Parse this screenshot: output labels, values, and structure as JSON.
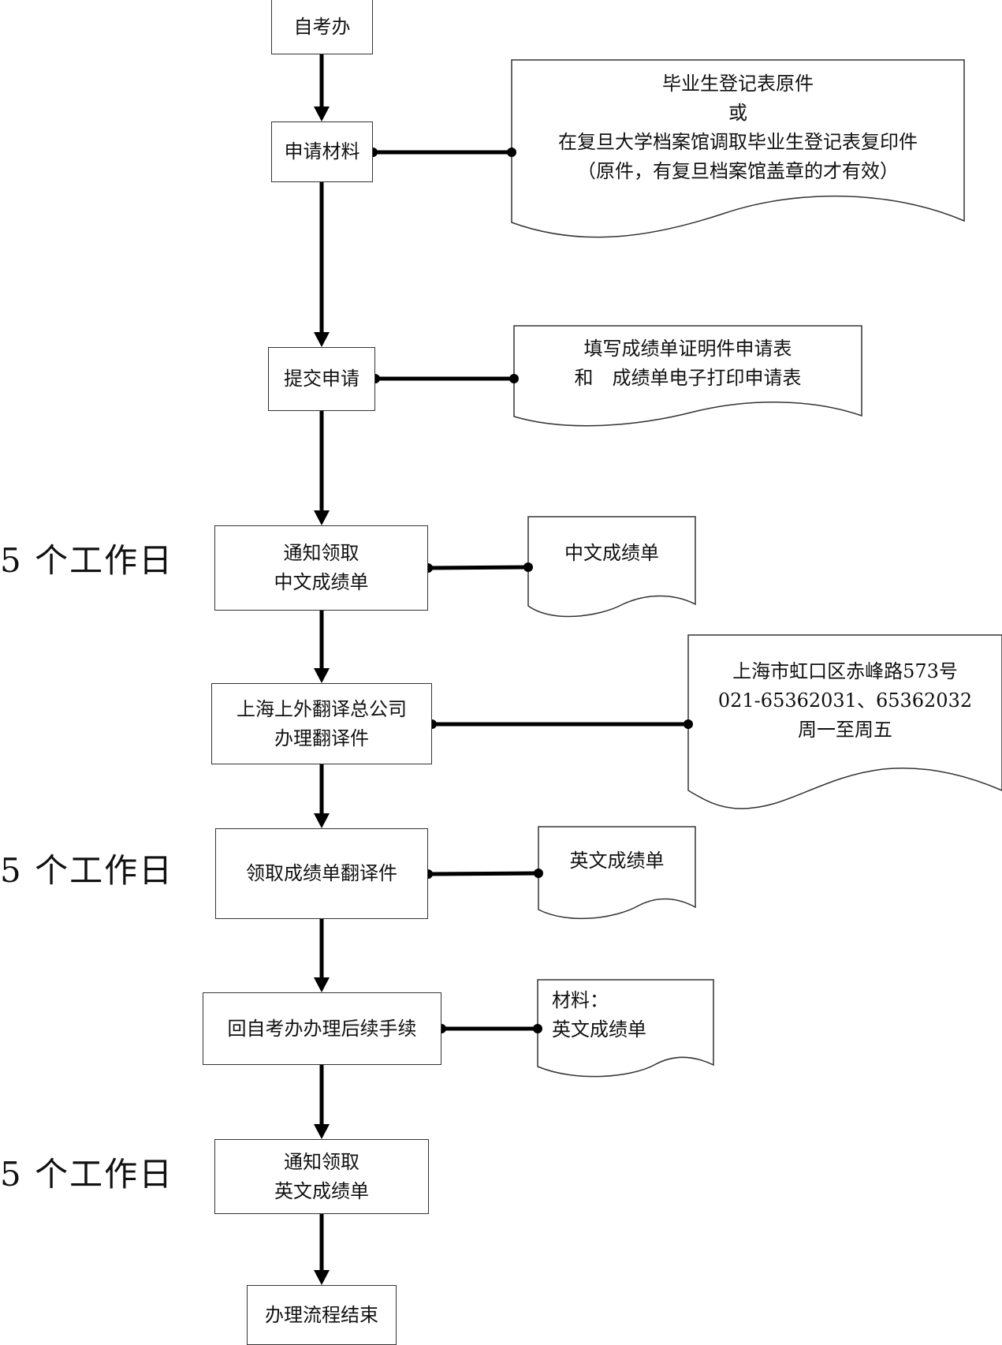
{
  "steps": [
    {
      "id": "zikaoban",
      "lines": [
        "自考办"
      ]
    },
    {
      "id": "apply-materials",
      "lines": [
        "申请材料"
      ]
    },
    {
      "id": "submit-application",
      "lines": [
        "提交申请"
      ]
    },
    {
      "id": "notify-chinese",
      "lines": [
        "通知领取",
        "中文成绩单"
      ]
    },
    {
      "id": "translation-company",
      "lines": [
        "上海上外翻译总公司",
        "办理翻译件"
      ]
    },
    {
      "id": "collect-translation",
      "lines": [
        "领取成绩单翻译件"
      ]
    },
    {
      "id": "return-zikaoban",
      "lines": [
        "回自考办办理后续手续"
      ]
    },
    {
      "id": "notify-english",
      "lines": [
        "通知领取",
        "英文成绩单"
      ]
    },
    {
      "id": "process-end",
      "lines": [
        "办理流程结束"
      ]
    }
  ],
  "documents": [
    {
      "id": "registration-form",
      "attached_to": "apply-materials",
      "lines": [
        "毕业生登记表原件",
        "或",
        "在复旦大学档案馆调取毕业生登记表复印件",
        "（原件，有复旦档案馆盖章的才有效）"
      ]
    },
    {
      "id": "application-forms",
      "attached_to": "submit-application",
      "lines": [
        "填写成绩单证明件申请表",
        "和　成绩单电子打印申请表"
      ]
    },
    {
      "id": "chinese-transcript",
      "attached_to": "notify-chinese",
      "lines": [
        "中文成绩单"
      ]
    },
    {
      "id": "company-contact",
      "attached_to": "translation-company",
      "lines": [
        "上海市虹口区赤峰路573号",
        "021-65362031、65362032",
        "周一至周五"
      ]
    },
    {
      "id": "english-transcript",
      "attached_to": "collect-translation",
      "lines": [
        "英文成绩单"
      ]
    },
    {
      "id": "materials-english",
      "attached_to": "return-zikaoban",
      "lines": [
        "材料：",
        "英文成绩单"
      ]
    }
  ],
  "durations": [
    {
      "label": "5 个工作日",
      "beside": "notify-chinese"
    },
    {
      "label": "5 个工作日",
      "beside": "collect-translation"
    },
    {
      "label": "5 个工作日",
      "beside": "notify-english"
    }
  ],
  "colors": {
    "line": "#000000",
    "border": "#333333",
    "background": "#ffffff"
  }
}
